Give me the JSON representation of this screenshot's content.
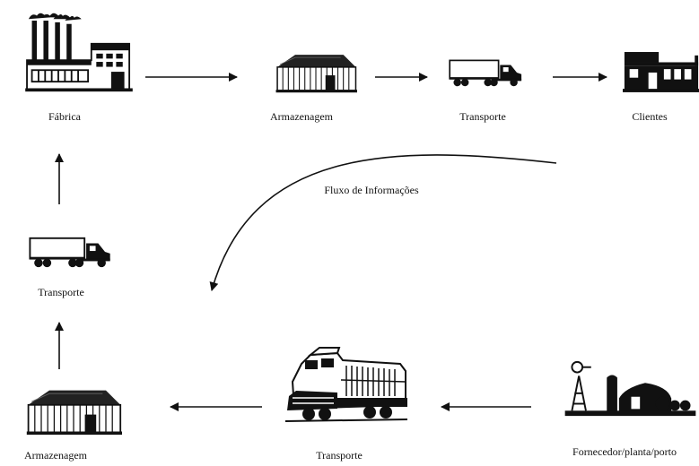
{
  "labels": {
    "fabrica": "Fábrica",
    "armazenagem_top": "Armazenagem",
    "transporte_top": "Transporte",
    "clientes": "Clientes",
    "transporte_left": "Transporte",
    "armazenagem_bottom": "Armazenagem",
    "transporte_bottom": "Transporte",
    "fornecedor": "Fornecedor/planta/porto",
    "fluxo": "Fluxo de Informações"
  },
  "icons": {
    "factory": "factory-icon",
    "warehouse": "warehouse-icon",
    "truck": "truck-icon",
    "store": "store-icon",
    "train": "locomotive-icon",
    "farm": "farm-icon"
  },
  "colors": {
    "ink": "#111111",
    "background": "#ffffff"
  }
}
